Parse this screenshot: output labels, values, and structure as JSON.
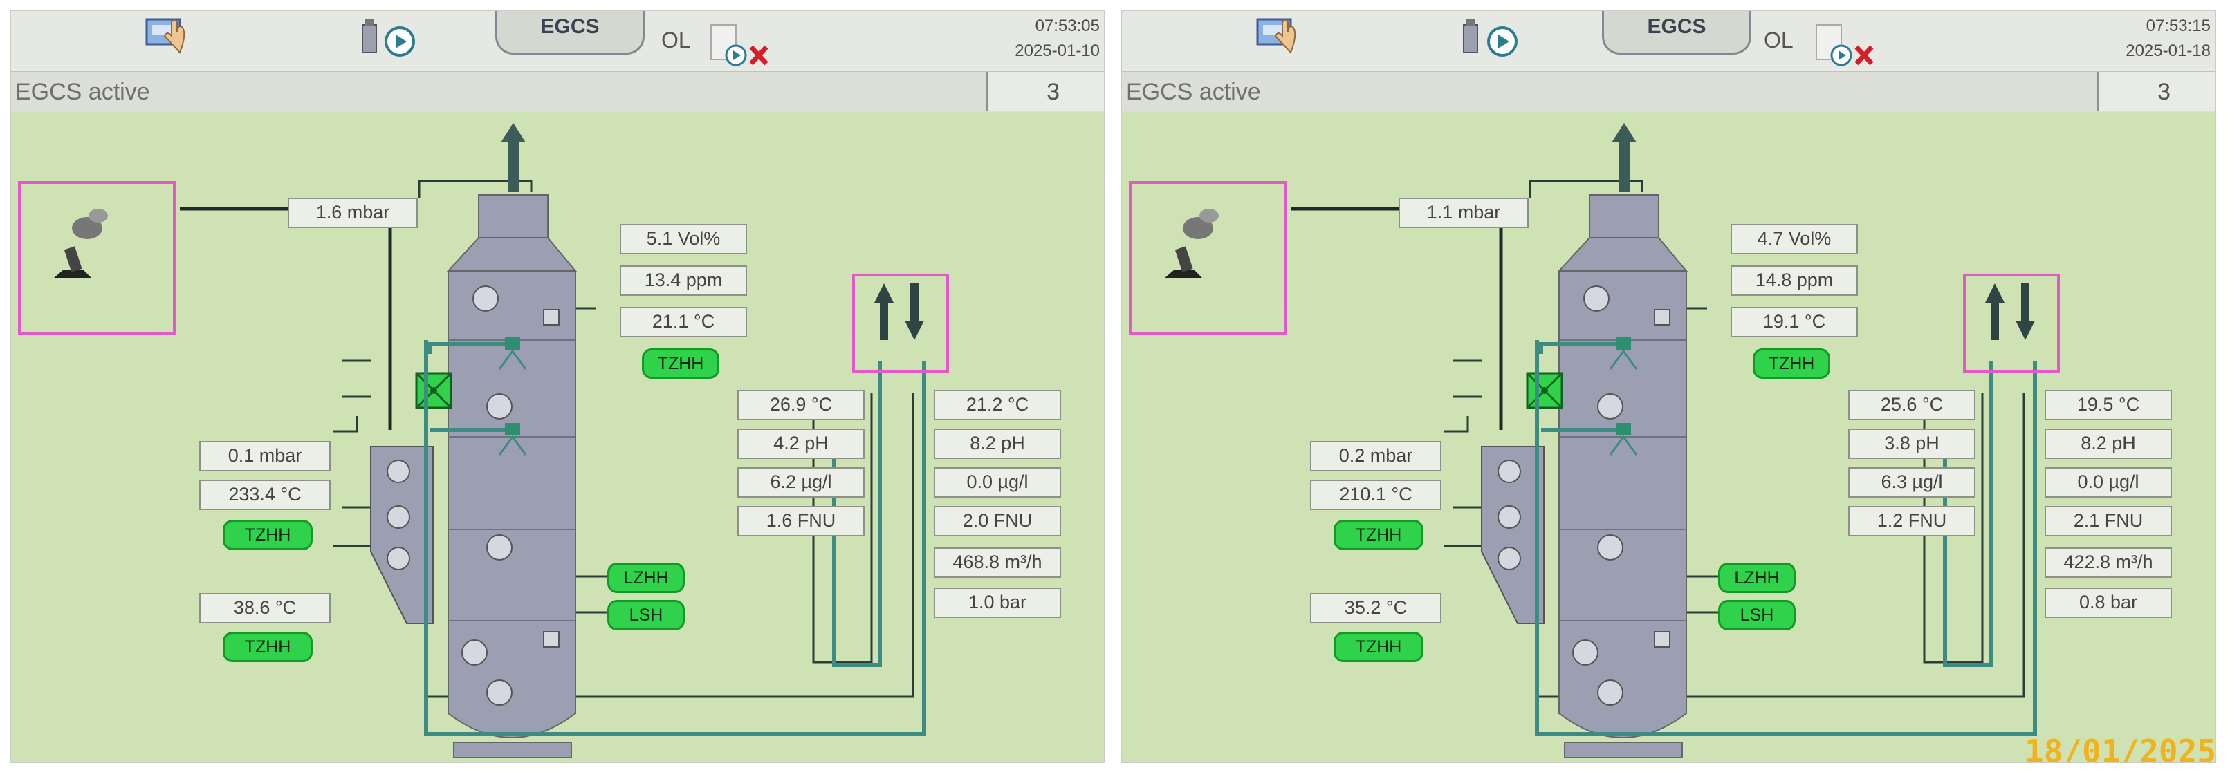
{
  "colors": {
    "screen_bg": "#cfe2b4",
    "value_box": "#eceee8",
    "tag_green": "#2fd24a",
    "frame_magenta": "#e25ac9",
    "vessel_gray": "#9b9fb1",
    "pipe_teal": "#3c8c84"
  },
  "icons": [
    "setup-icon",
    "hand-icon",
    "canister-icon",
    "play-icon",
    "close-icon",
    "smokestack-icon",
    "arrow-up-icon",
    "arrow-down-icon"
  ],
  "screens": [
    {
      "tab_label": "EGCS",
      "mode": "OL",
      "time": "07:53:05",
      "date": "2025-01-10",
      "status_text": "EGCS active",
      "status_count": "3",
      "outlet": {
        "pressure": "1.6 mbar",
        "vol": "5.1 Vol%",
        "ppm": "13.4 ppm",
        "temp": "21.1 °C",
        "tag": "TZHH"
      },
      "inlet": {
        "pressure": "0.1 mbar",
        "temp": "233.4 °C",
        "tag": "TZHH"
      },
      "lower": {
        "temp": "38.6 °C",
        "tag": "TZHH"
      },
      "levels": {
        "lzhh": "LZHH",
        "lsh": "LSH"
      },
      "water_out": {
        "temp": "26.9 °C",
        "ph": "4.2 pH",
        "pah": "6.2 µg/l",
        "turb": "1.6 FNU"
      },
      "water_in": {
        "temp": "21.2 °C",
        "ph": "8.2 pH",
        "pah": "0.0 µg/l",
        "turb": "2.0 FNU",
        "flow": "468.8 m³/h",
        "pressure": "1.0 bar"
      },
      "date_stamp": ""
    },
    {
      "tab_label": "EGCS",
      "mode": "OL",
      "time": "07:53:15",
      "date": "2025-01-18",
      "status_text": "EGCS active",
      "status_count": "3",
      "outlet": {
        "pressure": "1.1 mbar",
        "vol": "4.7 Vol%",
        "ppm": "14.8 ppm",
        "temp": "19.1 °C",
        "tag": "TZHH"
      },
      "inlet": {
        "pressure": "0.2 mbar",
        "temp": "210.1 °C",
        "tag": "TZHH"
      },
      "lower": {
        "temp": "35.2 °C",
        "tag": "TZHH"
      },
      "levels": {
        "lzhh": "LZHH",
        "lsh": "LSH"
      },
      "water_out": {
        "temp": "25.6 °C",
        "ph": "3.8 pH",
        "pah": "6.3 µg/l",
        "turb": "1.2 FNU"
      },
      "water_in": {
        "temp": "19.5 °C",
        "ph": "8.2 pH",
        "pah": "0.0 µg/l",
        "turb": "2.1 FNU",
        "flow": "422.8 m³/h",
        "pressure": "0.8 bar"
      },
      "date_stamp": "18/01/2025"
    }
  ]
}
